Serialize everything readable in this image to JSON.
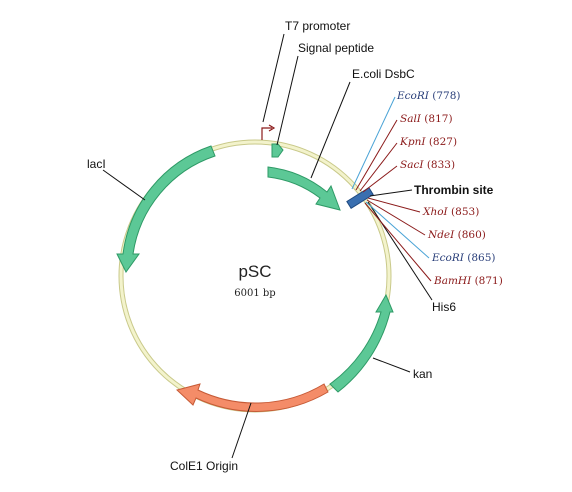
{
  "plasmid": {
    "name": "pSC",
    "size_label": "6001 bp"
  },
  "colors": {
    "backbone": "#eeeeb8",
    "backbone_stroke": "#c9c98a",
    "gene_fill": "#5cc896",
    "gene_stroke": "#2e9a66",
    "origin_fill": "#f48c68",
    "origin_stroke": "#c65a36",
    "tag_fill": "#3a6fb0",
    "site_red": "#8b1a1a",
    "site_blue": "#2a3f7a",
    "promoter": "#8b1a1a"
  },
  "features": {
    "t7_promoter": "T7 promoter",
    "signal_peptide": "Signal peptide",
    "dsbc": "E.coli DsbC",
    "laci": "lacI",
    "kan": "kan",
    "cole1": "ColE1 Origin",
    "thrombin": "Thrombin site",
    "his6": "His6"
  },
  "sites": [
    {
      "enzyme": "EcoRI",
      "position": "(778)",
      "color": "site_blue",
      "line": "#4aa3d6"
    },
    {
      "enzyme": "SalI",
      "position": "(817)",
      "color": "site_red",
      "line": "#8b1a1a"
    },
    {
      "enzyme": "KpnI",
      "position": "(827)",
      "color": "site_red",
      "line": "#8b1a1a"
    },
    {
      "enzyme": "SacI",
      "position": "(833)",
      "color": "site_red",
      "line": "#8b1a1a"
    },
    {
      "enzyme": "XhoI",
      "position": "(853)",
      "color": "site_red",
      "line": "#8b1a1a"
    },
    {
      "enzyme": "NdeI",
      "position": "(860)",
      "color": "site_red",
      "line": "#8b1a1a"
    },
    {
      "enzyme": "EcoRI",
      "position": "(865)",
      "color": "site_blue",
      "line": "#4aa3d6"
    },
    {
      "enzyme": "BamHI",
      "position": "(871)",
      "color": "site_red",
      "line": "#8b1a1a"
    }
  ]
}
